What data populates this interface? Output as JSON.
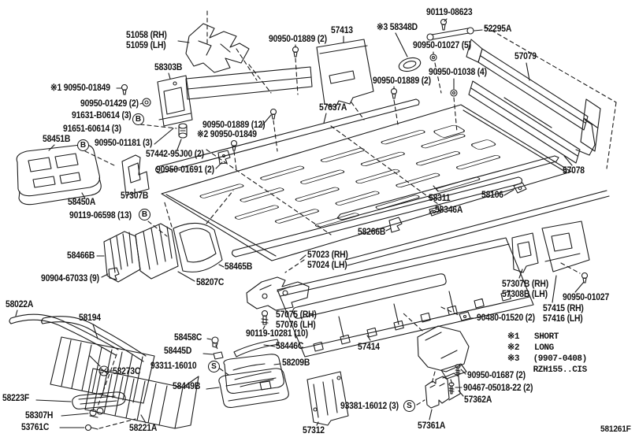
{
  "diagram": {
    "code": "581261F",
    "line_color": "#1a1a1a",
    "background_color": "#ffffff",
    "legend": {
      "items": [
        {
          "mark": "※1",
          "label": "SHORT"
        },
        {
          "mark": "※2",
          "label": "LONG"
        },
        {
          "mark": "※3",
          "label": "(9907-0408) RZH155..CIS"
        }
      ]
    },
    "markers": [
      {
        "letter": "B"
      },
      {
        "letter": "B"
      },
      {
        "letter": "B"
      },
      {
        "letter": "S"
      },
      {
        "letter": "S"
      }
    ],
    "labels": {
      "l51058": "51058 (RH)\n51059 (LH)",
      "l58303B": "58303B",
      "l90950_01849_1": "※1 90950-01849",
      "l90950_01429": "90950-01429 (2)",
      "l91631": "91631-B0614 (3)",
      "l91651": "91651-60614 (3)",
      "l58451B": "58451B",
      "l90950_01181": "90950-01181 (3)",
      "l57442": "57442-95J00 (2)",
      "l90950_01691": "90950-01691 (2)",
      "l57307B_left": "57307B",
      "l58450A": "58450A",
      "l90119_06598": "90119-06598 (13)",
      "l58466B": "58466B",
      "l90904_67033": "90904-67033 (9)",
      "l58465B": "58465B",
      "l58207C": "58207C",
      "l90950_01889a": "90950-01889 (2)",
      "l57413": "57413",
      "l58348D": "※3 58348D",
      "l90119_08623": "90119-08623",
      "l52295A": "52295A",
      "l90950_01027_5": "90950-01027 (5)",
      "l90950_01038": "90950-01038 (4)",
      "l57079": "57079",
      "l90950_01889b": "90950-01889 (2)",
      "l57637A": "57637A",
      "l90950_01889_12": "90950-01889 (12)",
      "l90950_01849_2": "※2 90950-01849",
      "l57078": "57078",
      "l58311": "58311",
      "l58106": "58106",
      "l58346A": "58346A",
      "l58266B": "58266B",
      "l57023": "57023 (RH)\n57024 (LH)",
      "l58022A": "58022A",
      "l58194": "58194",
      "l58273C": "58273C",
      "l58223F": "58223F",
      "l58307H": "58307H",
      "l53761C": "53761C",
      "l58221A": "58221A",
      "l57075": "57075 (RH)\n57076 (LH)",
      "l90119_10281": "90119-10281 (10)",
      "l58458C": "58458C",
      "l58446C": "58446C",
      "l58445D": "58445D",
      "l93311_16010": "93311-16010",
      "l58209B": "58209B",
      "l58449B": "58449B",
      "l57414": "57414",
      "l57312": "57312",
      "l93381_16012": "93381-16012 (3)",
      "l57361A": "57361A",
      "l57362A": "57362A",
      "l90950_01687": "90950-01687 (2)",
      "l90467_05018": "90467-05018-22 (2)",
      "l57307B_right": "57307B (RH)\n57308B (LH)",
      "l90950_01027_r": "90950-01027",
      "l57415": "57415 (RH)\n57416 (LH)",
      "l90480_01520": "90480-01520 (2)"
    }
  }
}
